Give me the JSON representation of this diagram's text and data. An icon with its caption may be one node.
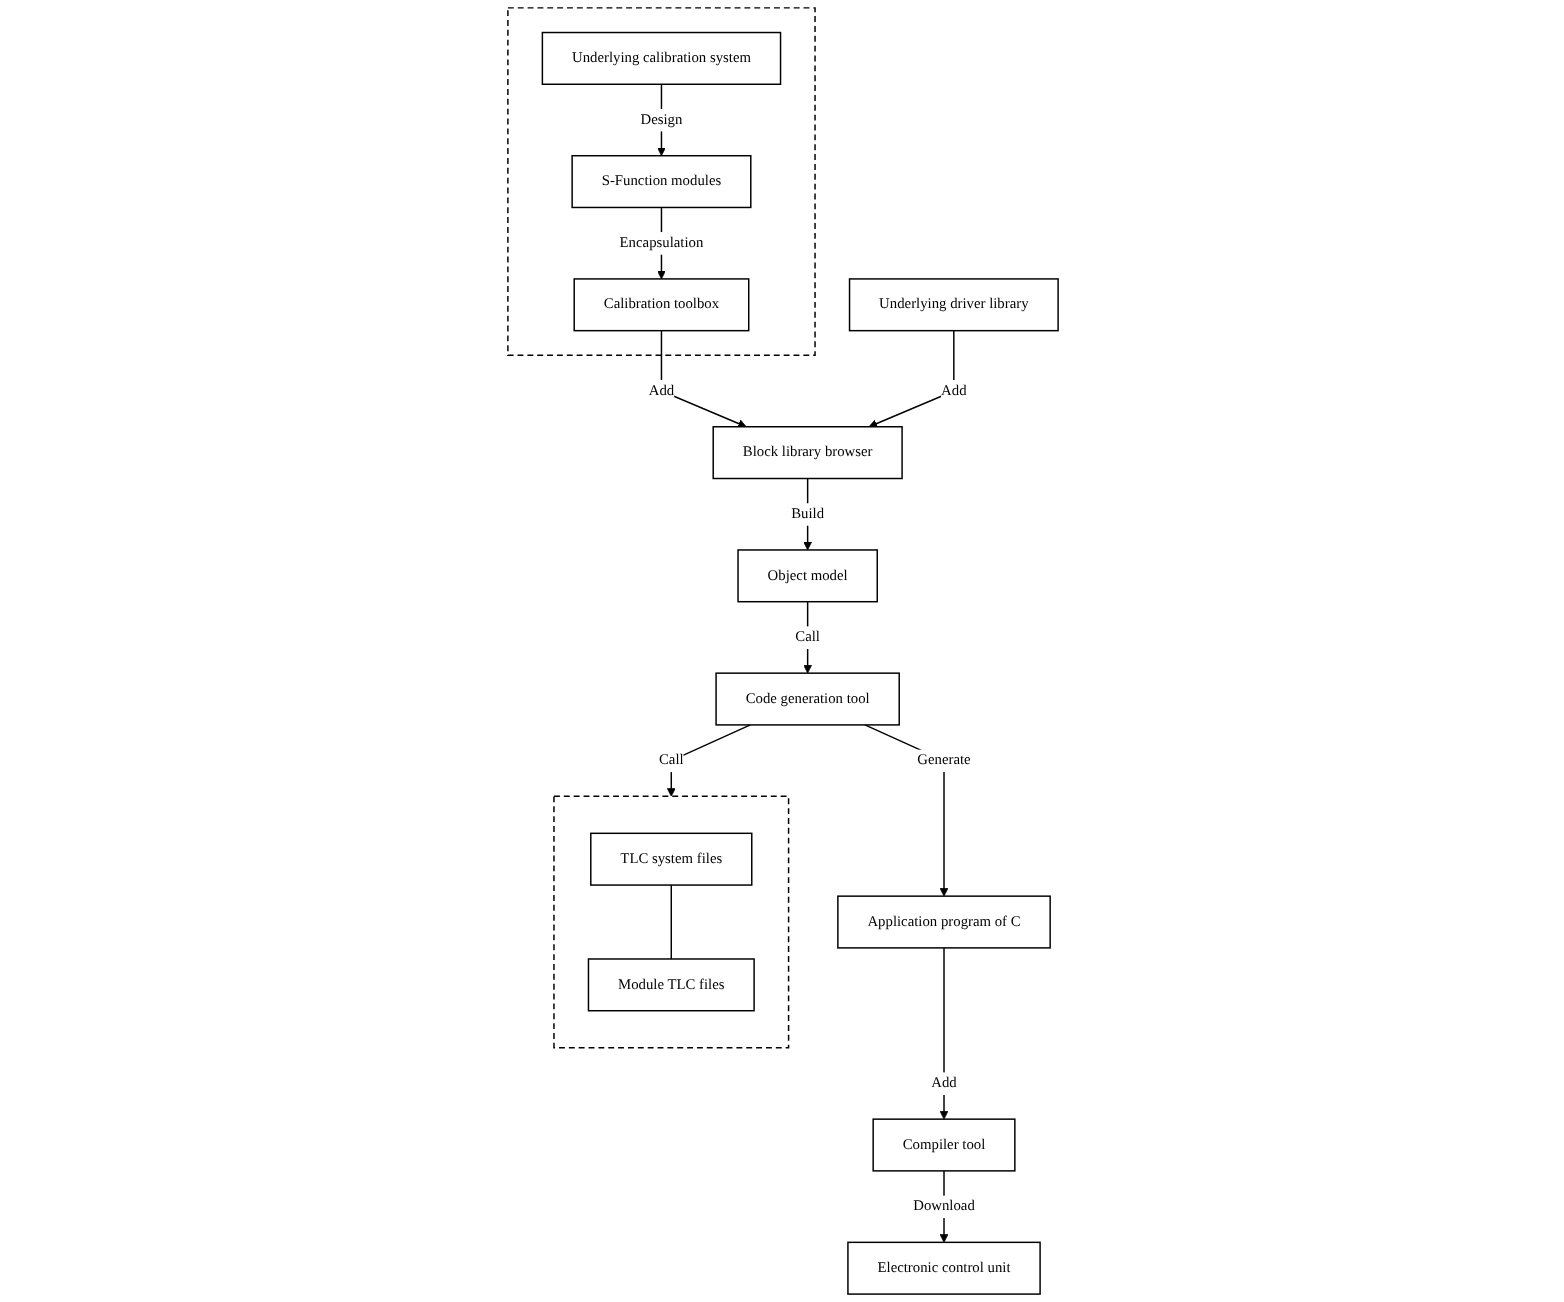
{
  "diagram": {
    "nodes": [
      {
        "text": [],
        "shape": "box"
      },
      {
        "text": [
          "Underlying calibration system"
        ],
        "in": 0
      },
      {
        "text": [
          "S-Function modules"
        ],
        "in": 0
      },
      {
        "text": [
          "Calibration toolbox"
        ],
        "in": 0
      },
      {
        "text": [],
        "shape": "box"
      },
      {
        "text": [
          "TLC system files"
        ],
        "in": 4
      },
      {
        "text": [
          "Module TLC files"
        ],
        "in": 4
      },
      {
        "text": [
          "Underlying driver library"
        ]
      },
      {
        "text": [
          "Block library browser"
        ]
      },
      {
        "text": [
          "Object model"
        ]
      },
      {
        "text": [
          "Code generation tool"
        ]
      },
      {
        "text": [
          "Application program of C"
        ]
      },
      {
        "text": [
          "Compiler tool"
        ]
      },
      {
        "text": [
          "Electronic control unit"
        ]
      }
    ],
    "edges": [
      {
        "from": 1,
        "to": 2,
        "arrow": "to",
        "label": "Design"
      },
      {
        "from": 2,
        "to": 3,
        "arrow": "to",
        "label": "Encapsulation"
      },
      {
        "from": 3,
        "to": 8,
        "arrow": "to",
        "label": "Add"
      },
      {
        "from": 7,
        "to": 8,
        "arrow": "to",
        "label": "Add"
      },
      {
        "from": 8,
        "to": 9,
        "arrow": "to",
        "label": "Build"
      },
      {
        "from": 9,
        "to": 10,
        "arrow": "to",
        "label": "Call"
      },
      {
        "from": 10,
        "to": 4,
        "arrow": "to",
        "label": "Call"
      },
      {
        "from": 5,
        "to": 6,
        "arrow": "none"
      },
      {
        "from": 10,
        "to": 11,
        "arrow": "to",
        "label": "Generate"
      },
      {
        "from": 11,
        "to": 12,
        "arrow": "to",
        "label": "Add"
      },
      {
        "from": 12,
        "to": 13,
        "arrow": "to",
        "label": "Download"
      }
    ]
  }
}
